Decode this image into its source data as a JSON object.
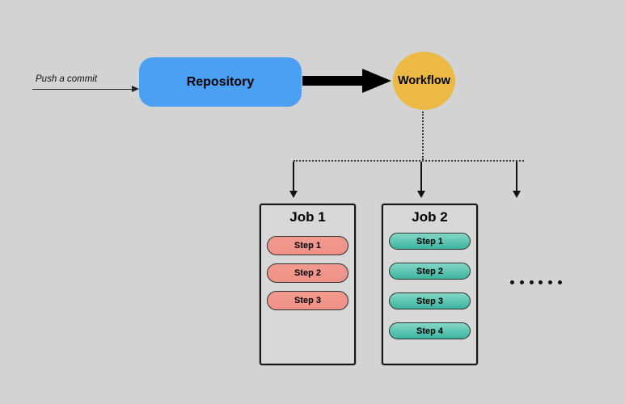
{
  "background": "#d3d3d3",
  "push": {
    "label": "Push a commit"
  },
  "repository": {
    "label": "Repository",
    "color": "#4ba0f4"
  },
  "workflow": {
    "label": "Workflow",
    "color": "#ecb944"
  },
  "arrow_color": "#000000",
  "jobs": [
    {
      "title": "Job 1",
      "steps": [
        "Step 1",
        "Step 2",
        "Step 3"
      ],
      "pill_color_top": "#f29a8f",
      "pill_color_bottom": "#ef9187"
    },
    {
      "title": "Job 2",
      "steps": [
        "Step 1",
        "Step 2",
        "Step 3",
        "Step 4"
      ],
      "pill_color_top": "#85d7c6",
      "pill_color_bottom": "#3cb4a0"
    }
  ],
  "ellipsis": {
    "count": 6
  }
}
